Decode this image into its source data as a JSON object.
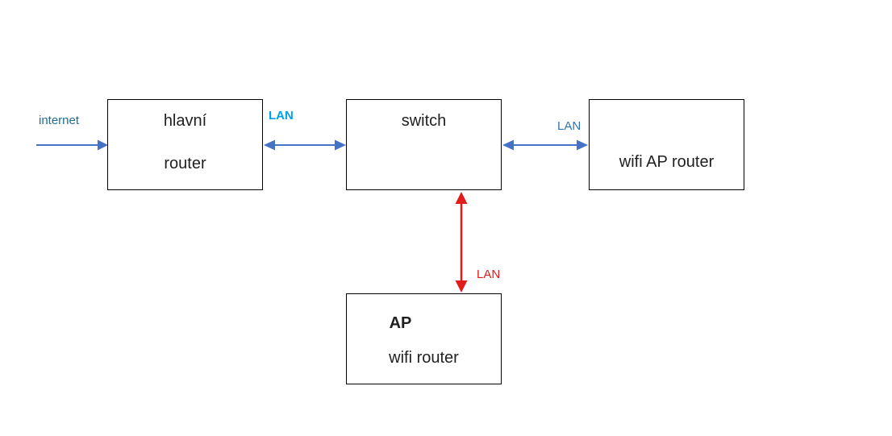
{
  "diagram": {
    "type": "network-topology"
  },
  "nodes": {
    "main_router": {
      "line1": "hlavní",
      "line2": "router"
    },
    "switch": {
      "label": "switch"
    },
    "wifi_ap_router": {
      "label": "wifi AP router"
    },
    "ap_wifi_router": {
      "line1": "AP",
      "line2": "wifi router"
    }
  },
  "edges": {
    "internet": {
      "label": "internet",
      "direction": "single-right"
    },
    "lan_left": {
      "label": "LAN",
      "direction": "double-horizontal"
    },
    "lan_right": {
      "label": "LAN",
      "direction": "double-horizontal"
    },
    "lan_bottom": {
      "label": "LAN",
      "direction": "double-vertical"
    }
  },
  "colors": {
    "arrow_blue": "#4472c4",
    "arrow_red": "#e21b1b",
    "internet_label": "#1d6e96",
    "lan_cyan": "#00a2e8",
    "lan_blue": "#2e75b6",
    "lan_red": "#e21b1b",
    "box_border": "#000000",
    "box_text": "#1f1f1f",
    "background": "#ffffff"
  }
}
